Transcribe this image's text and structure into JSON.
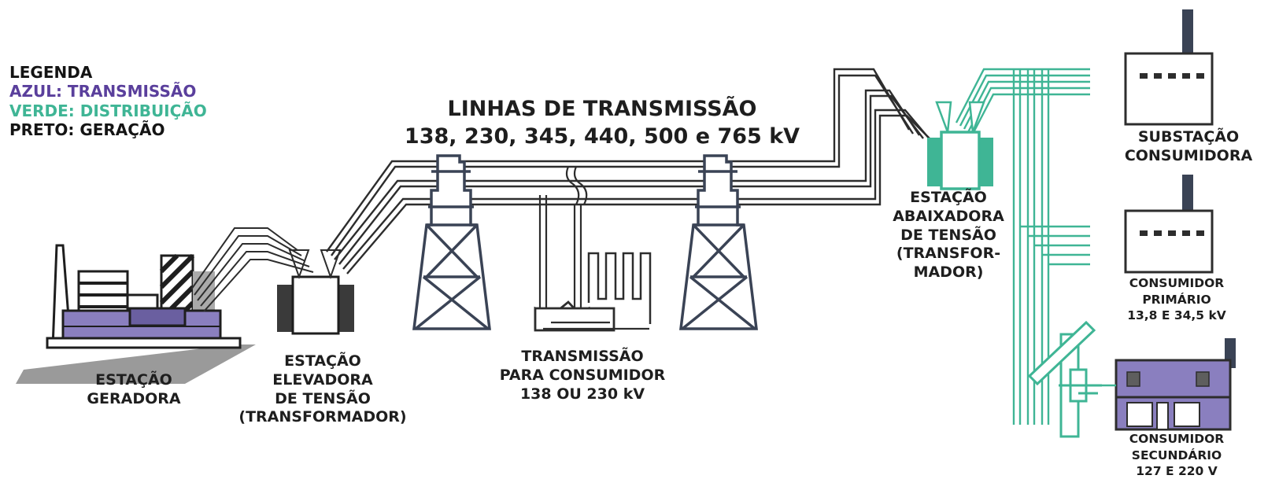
{
  "colors": {
    "transmission_blue": "#5a3f9c",
    "distribution_green": "#3fb595",
    "generation_black": "#141414",
    "line_dark": "#2d2d2d",
    "tower_dark": "#3a4355",
    "consumer_purple": "#8a7fbf"
  },
  "legend": {
    "title": "LEGENDA",
    "blue": "AZUL: TRANSMISSÃO",
    "green": "VERDE: DISTRIBUIÇÃO",
    "black": "PRETO: GERAÇÃO"
  },
  "lines_title": {
    "line1": "LINHAS DE TRANSMISSÃO",
    "line2": "138, 230, 345, 440, 500 e 765 kV"
  },
  "generating_station": {
    "line1": "ESTAÇÃO",
    "line2": "GERADORA"
  },
  "step_up_station": {
    "line1": "ESTAÇÃO",
    "line2": "ELEVADORA",
    "line3": "DE TENSÃO",
    "line4": "(TRANSFORMADOR)"
  },
  "transmission_consumer": {
    "line1": "TRANSMISSÃO",
    "line2": "PARA CONSUMIDOR",
    "line3": "138 OU 230 kV"
  },
  "step_down_station": {
    "line1": "ESTAÇÃO",
    "line2": "ABAIXADORA",
    "line3": "DE TENSÃO",
    "line4": "(TRANSFOR-",
    "line5": "MADOR)"
  },
  "consumer_substation": {
    "line1": "SUBSTAÇÃO",
    "line2": "CONSUMIDORA"
  },
  "primary_consumer": {
    "line1": "CONSUMIDOR",
    "line2": "PRIMÁRIO",
    "line3": "13,8 E 34,5 kV"
  },
  "secondary_consumer": {
    "line1": "CONSUMIDOR",
    "line2": "SECUNDÁRIO",
    "line3": "127 E 220 V"
  }
}
